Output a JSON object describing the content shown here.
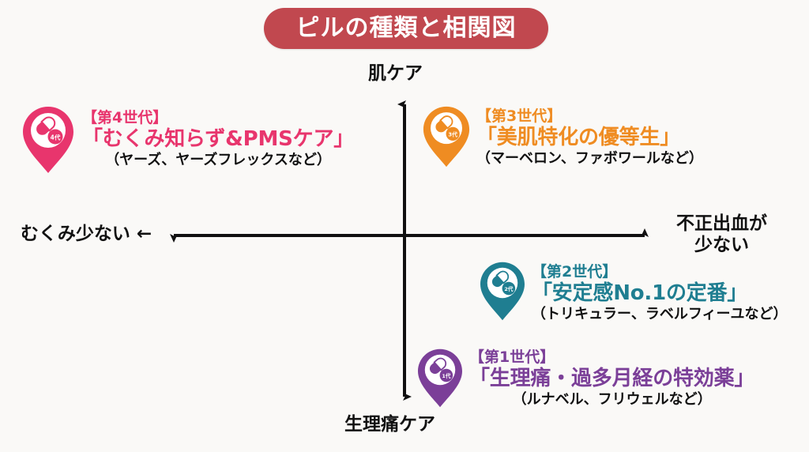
{
  "title": {
    "text": "ピルの種類と相関図",
    "banner_color": "#C1484F",
    "text_color": "#FFFFFF"
  },
  "background_color": "#FAF9F7",
  "axes": {
    "top_label": "肌ケア",
    "bottom_label": "生理痛ケア",
    "left_label": "むくみ少ない",
    "left_arrow": "←",
    "right_label_line1": "不正出血が",
    "right_label_line2": "少ない",
    "axis_color": "#111111"
  },
  "chart_data": {
    "type": "scatter",
    "title": "ピルの種類と相関図",
    "xlabel": "不正出血が少ない",
    "ylabel": "肌ケア / 生理痛ケア",
    "x_axis_negative_label": "むくみ少ない",
    "x_axis_positive_label": "不正出血が少ない",
    "y_axis_positive_label": "肌ケア",
    "y_axis_negative_label": "生理痛ケア",
    "xlim": [
      -1,
      1
    ],
    "ylim": [
      -1,
      1
    ],
    "grid": false,
    "legend": "none",
    "points": [
      {
        "label": "【第4世代】",
        "headline": "「むくみ知らず&PMSケア」",
        "brands": "（ヤーズ、ヤーズフレックスなど）",
        "quadrant": "top-left",
        "x": -0.62,
        "y": 0.62,
        "color": "#E8356D",
        "badge": "4代",
        "marker": "pill-map-pin"
      },
      {
        "label": "【第3世代】",
        "headline": "「美肌特化の優等生」",
        "brands": "（マーベロン、ファボワールなど）",
        "quadrant": "top-right",
        "x": 0.18,
        "y": 0.62,
        "color": "#EF8C22",
        "badge": "3代",
        "marker": "pill-map-pin"
      },
      {
        "label": "【第2世代】",
        "headline": "「安定感No.1の定番」",
        "brands": "（トリキュラー、ラベルフィーユなど）",
        "quadrant": "bottom-right",
        "x": 0.36,
        "y": -0.32,
        "color": "#1F7E91",
        "badge": "2代",
        "marker": "pill-map-pin"
      },
      {
        "label": "【第1世代】",
        "headline": "「生理痛・過多月経の特効薬」",
        "brands": "（ルナベル、フリウェルなど）",
        "quadrant": "bottom-center",
        "x": 0.12,
        "y": -0.72,
        "color": "#7B3F98",
        "badge": "1代",
        "marker": "pill-map-pin"
      }
    ]
  },
  "entries": [
    {
      "id": "gen4",
      "gen_tag": "【第4世代】",
      "headline": "「むくみ知らず&PMSケア」",
      "brands": "（ヤーズ、ヤーズフレックスなど）",
      "color": "#E8356D",
      "badge": "4代"
    },
    {
      "id": "gen3",
      "gen_tag": "【第3世代】",
      "headline": "「美肌特化の優等生」",
      "brands": "（マーベロン、ファボワールなど）",
      "color": "#EF8C22",
      "badge": "3代"
    },
    {
      "id": "gen2",
      "gen_tag": "【第2世代】",
      "headline": "「安定感No.1の定番」",
      "brands": "（トリキュラー、ラベルフィーユなど）",
      "color": "#1F7E91",
      "badge": "2代"
    },
    {
      "id": "gen1",
      "gen_tag": "【第1世代】",
      "headline": "「生理痛・過多月経の特効薬」",
      "brands": "（ルナベル、フリウェルなど）",
      "color": "#7B3F98",
      "badge": "1代"
    }
  ]
}
